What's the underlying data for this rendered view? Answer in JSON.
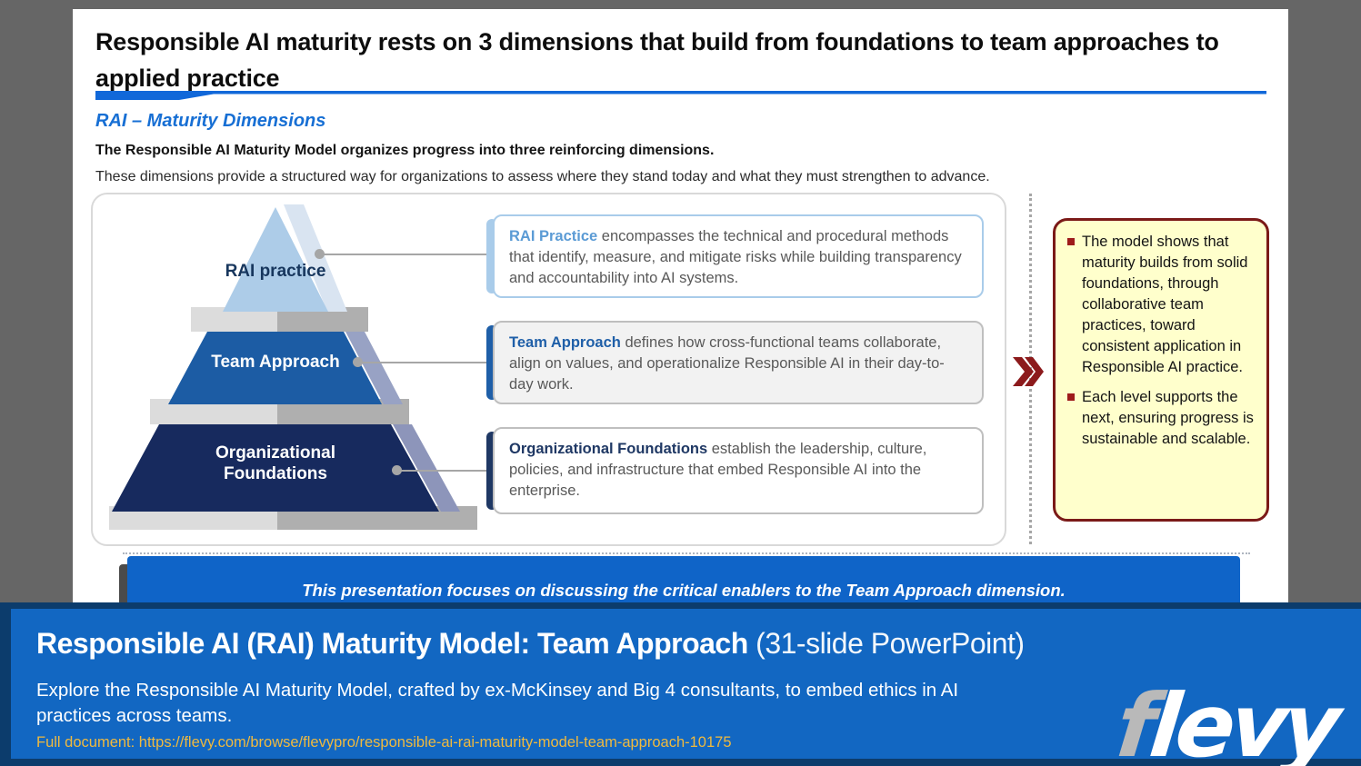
{
  "slide": {
    "title": "Responsible AI maturity rests on 3 dimensions that build from foundations to team approaches to applied practice",
    "section_label": "RAI – Maturity Dimensions",
    "intro_bold": "The Responsible AI Maturity Model organizes progress into three reinforcing dimensions.",
    "intro_text": "These dimensions provide a structured way for organizations to assess where they stand today and what they must strengthen to advance.",
    "pyramid": {
      "levels": [
        {
          "label": "RAI practice",
          "color": "#ADCCE8"
        },
        {
          "label": "Team Approach",
          "color": "#1C5CA4"
        },
        {
          "label": "Organizational Foundations",
          "color": "#172A5E"
        }
      ]
    },
    "descriptions": [
      {
        "lead": "RAI Practice",
        "text": " encompasses the technical and procedural methods that identify, measure, and mitigate risks while building transparency and accountability into AI systems."
      },
      {
        "lead": "Team Approach",
        "text": " defines how cross-functional teams collaborate, align on values, and operationalize Responsible AI in their day-to-day work."
      },
      {
        "lead": "Organizational Foundations",
        "text": " establish the leadership, culture, policies, and infrastructure that embed Responsible AI into the enterprise."
      }
    ],
    "callout": {
      "bullets": [
        "The model shows that maturity builds from solid foundations, through collaborative team practices, toward consistent application in Responsible AI practice.",
        "Each level supports the next, ensuring progress is sustainable and scalable."
      ]
    },
    "banner": "This presentation focuses on discussing the critical enablers to the Team Approach dimension."
  },
  "footer": {
    "title_main": "Responsible AI (RAI) Maturity Model: Team Approach",
    "title_suffix": " (31-slide PowerPoint)",
    "description_line1": "Explore the Responsible AI Maturity Model, crafted by ex-McKinsey and Big 4 consultants, to embed ethics in AI",
    "description_line2": "practices across teams.",
    "link": "Full document: https://flevy.com/browse/flevypro/responsible-ai-rai-maturity-model-team-approach-10175",
    "logo_f": "f",
    "logo_rest": "levy"
  },
  "colors": {
    "page_background": "#666666",
    "divider_blue": "#1168D9",
    "section_blue": "#176FD4",
    "pyramid_top": "#ADCCE8",
    "pyramid_mid": "#1C5CA4",
    "pyramid_bottom": "#172A5E",
    "callout_bg": "#FFFFCC",
    "callout_border": "#7B1A18",
    "chevron_red": "#8C1A1C",
    "banner_blue": "#0F64C8",
    "footer_blue": "#1267C2",
    "footer_border": "#0C3C6C",
    "link_gold": "#EFB93F"
  }
}
